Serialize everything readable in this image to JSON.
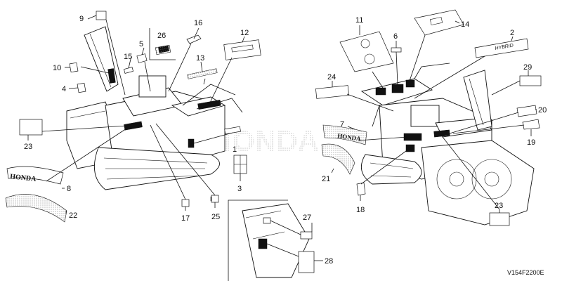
{
  "diagram": {
    "figure_code": "V154F2200E",
    "watermark": "HONDA",
    "decal_texts": {
      "honda_left": "HONDA",
      "honda_right": "HONDA",
      "hybrid": "HYBRID"
    },
    "callouts": {
      "c1": "1",
      "c2": "2",
      "c3": "3",
      "c4": "4",
      "c5": "5",
      "c6": "6",
      "c7": "7",
      "c8": "8",
      "c9": "9",
      "c10": "10",
      "c11": "11",
      "c12": "12",
      "c13": "13",
      "c14": "14",
      "c15": "15",
      "c16": "16",
      "c17": "17",
      "c18": "18",
      "c19": "19",
      "c20": "20",
      "c21": "21",
      "c22": "22",
      "c23a": "23",
      "c23b": "23",
      "c24": "24",
      "c25": "25",
      "c26": "26",
      "c27": "27",
      "c28": "28",
      "c29": "29"
    }
  }
}
